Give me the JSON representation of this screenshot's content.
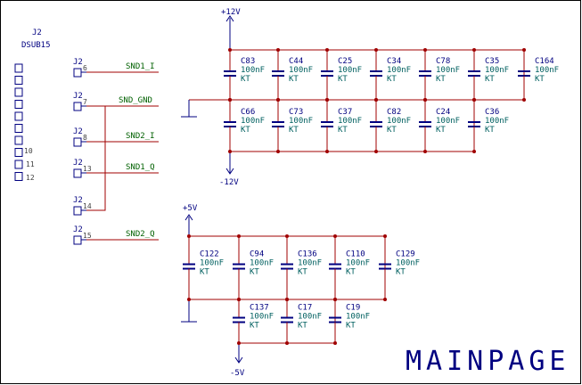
{
  "sheet_title": "MAINPAGE",
  "connector": {
    "ref": "J2",
    "part": "DSUB15",
    "pins": [
      "6",
      "7",
      "8",
      "13",
      "14",
      "15"
    ],
    "body_pins": [
      "10",
      "11",
      "12"
    ]
  },
  "power_labels": {
    "p12": "+12V",
    "n12": "-12V",
    "p5": "+5V",
    "n5": "-5V"
  },
  "nets": [
    {
      "part_ref": "J2",
      "pin": "6",
      "net": "SND1_I"
    },
    {
      "part_ref": "J2",
      "pin": "7",
      "net": "SND_GND"
    },
    {
      "part_ref": "J2",
      "pin": "8",
      "net": "SND2_I"
    },
    {
      "part_ref": "J2",
      "pin": "13",
      "net": "SND1_Q"
    },
    {
      "part_ref": "J2",
      "pin": "14",
      "net": ""
    },
    {
      "part_ref": "J2",
      "pin": "15",
      "net": "SND2_Q"
    }
  ],
  "caps_12v_top": [
    {
      "ref": "C83",
      "value": "100nF",
      "tol": "KT"
    },
    {
      "ref": "C44",
      "value": "100nF",
      "tol": "KT"
    },
    {
      "ref": "C25",
      "value": "100nF",
      "tol": "KT"
    },
    {
      "ref": "C34",
      "value": "100nF",
      "tol": "KT"
    },
    {
      "ref": "C78",
      "value": "100nF",
      "tol": "KT"
    },
    {
      "ref": "C35",
      "value": "100nF",
      "tol": "KT"
    },
    {
      "ref": "C164",
      "value": "100nF",
      "tol": "KT"
    }
  ],
  "caps_12v_bottom": [
    {
      "ref": "C66",
      "value": "100nF",
      "tol": "KT"
    },
    {
      "ref": "C73",
      "value": "100nF",
      "tol": "KT"
    },
    {
      "ref": "C37",
      "value": "100nF",
      "tol": "KT"
    },
    {
      "ref": "C82",
      "value": "100nF",
      "tol": "KT"
    },
    {
      "ref": "C24",
      "value": "100nF",
      "tol": "KT"
    },
    {
      "ref": "C36",
      "value": "100nF",
      "tol": "KT"
    }
  ],
  "caps_5v_top": [
    {
      "ref": "C122",
      "value": "100nF",
      "tol": "KT"
    },
    {
      "ref": "C94",
      "value": "100nF",
      "tol": "KT"
    },
    {
      "ref": "C136",
      "value": "100nF",
      "tol": "KT"
    },
    {
      "ref": "C110",
      "value": "100nF",
      "tol": "KT"
    },
    {
      "ref": "C129",
      "value": "100nF",
      "tol": "KT"
    }
  ],
  "caps_5v_bottom": [
    {
      "ref": "C137",
      "value": "100nF",
      "tol": "KT"
    },
    {
      "ref": "C17",
      "value": "100nF",
      "tol": "KT"
    },
    {
      "ref": "C19",
      "value": "100nF",
      "tol": "KT"
    }
  ],
  "colors": {
    "wire": "#a00000",
    "component": "#000080",
    "value": "#006060",
    "net_label": "#006000"
  }
}
